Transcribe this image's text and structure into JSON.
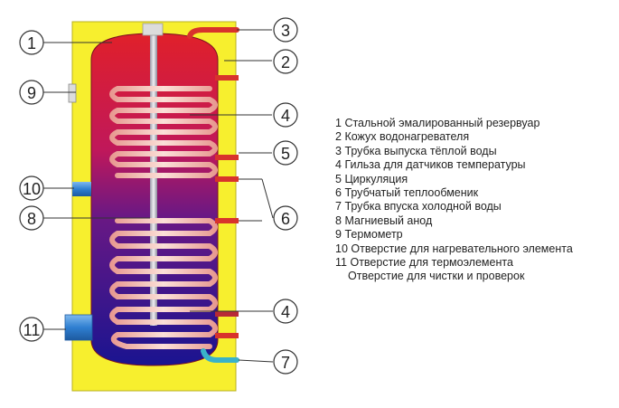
{
  "callouts": {
    "c1": "1",
    "c2": "2",
    "c3": "3",
    "c4a": "4",
    "c4b": "4",
    "c5": "5",
    "c6": "6",
    "c7": "7",
    "c8": "8",
    "c9": "9",
    "c10": "10",
    "c11": "11"
  },
  "legend": [
    {
      "num": "1",
      "text": "Стальной эмалированный резервуар"
    },
    {
      "num": "2",
      "text": "Кожух водонагревателя"
    },
    {
      "num": "3",
      "text": "Трубка выпуска тёплой воды"
    },
    {
      "num": "4",
      "text": "Гильза для датчиков температуры"
    },
    {
      "num": "5",
      "text": "Циркуляция"
    },
    {
      "num": "6",
      "text": "Трубчатый теплообменик"
    },
    {
      "num": "7",
      "text": "Трубка впуска холодной воды"
    },
    {
      "num": "8",
      "text": "Магниевый анод"
    },
    {
      "num": "9",
      "text": "Термометр"
    },
    {
      "num": "10",
      "text": "Отверстие для нагревательного элемента"
    },
    {
      "num": "11",
      "text": "Отверстие для термоэлемента"
    }
  ],
  "legend_continuation": "Отверстие для чистки и проверок",
  "colors": {
    "casing": "#f7ef2e",
    "tank_top": "#e0202a",
    "tank_bottom": "#1a1490",
    "coil": "#f3c3bb",
    "pipe_hot": "#e03a30",
    "pipe_cold": "#3ab2c8",
    "port_blue": "#2f7fd1"
  }
}
